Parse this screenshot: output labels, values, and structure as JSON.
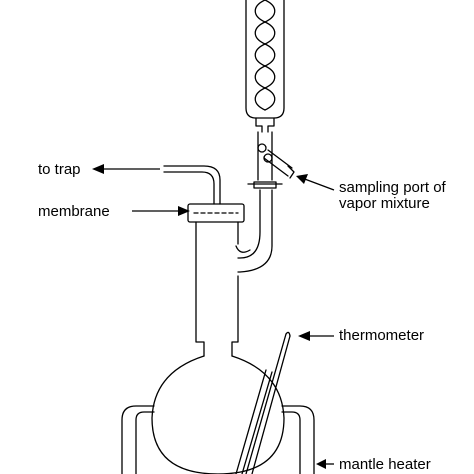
{
  "labels": {
    "to_trap": "to trap",
    "membrane": "membrane",
    "sampling_port_line1": "sampling port of",
    "sampling_port_line2": "vapor mixture",
    "thermometer": "thermometer",
    "mantle_heater": "mantle heater"
  },
  "colors": {
    "line": "#000000",
    "background": "#ffffff"
  }
}
